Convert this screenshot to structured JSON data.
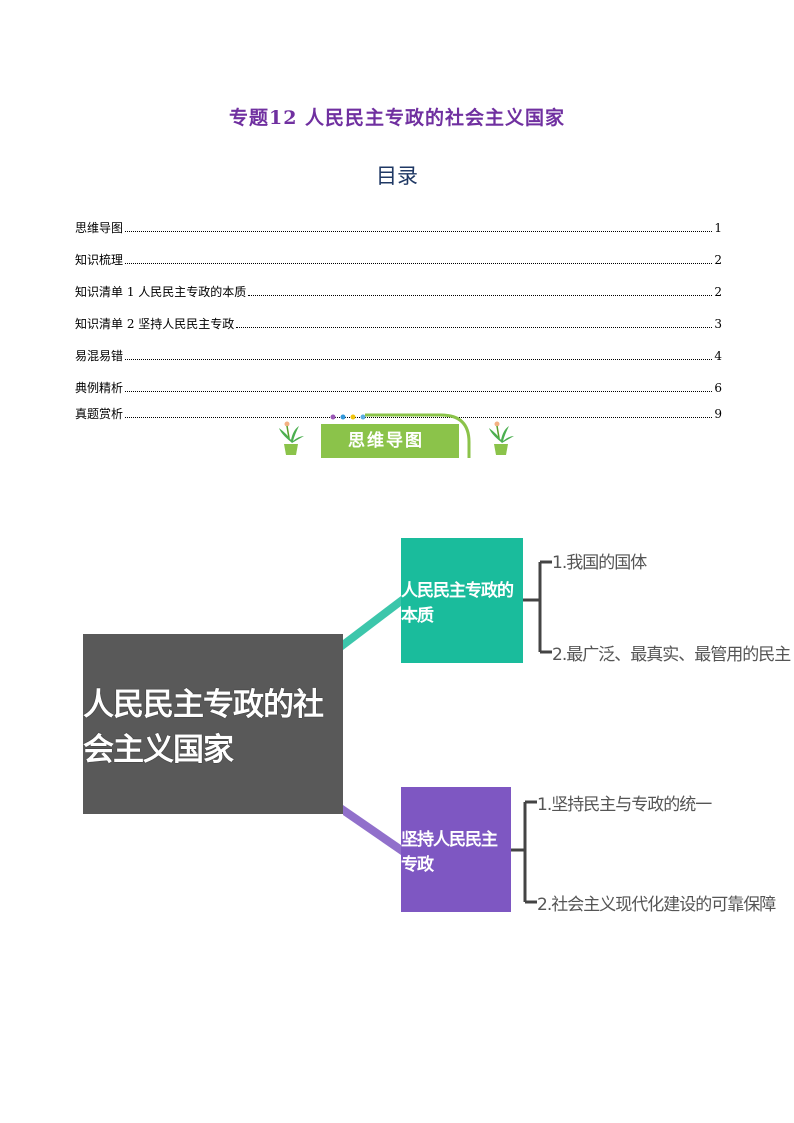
{
  "document": {
    "title": "专题12  人民民主专政的社会主义国家",
    "toc_heading": "目录"
  },
  "toc": [
    {
      "label": "思维导图",
      "page": "1"
    },
    {
      "label": "知识梳理",
      "page": "2"
    },
    {
      "label": "知识清单 1 人民民主专政的本质",
      "page": "2"
    },
    {
      "label": "知识清单 2 坚持人民民主专政",
      "page": "3"
    },
    {
      "label": "易混易错",
      "page": "4"
    },
    {
      "label": "典例精析",
      "page": "6"
    },
    {
      "label": "真题赏析",
      "page": "9"
    }
  ],
  "banner": {
    "label": "思维导图"
  },
  "mindmap": {
    "root": "人民民主专政的社会主义国家",
    "branches": [
      {
        "label": "人民民主专政的本质",
        "color": "#1abc9c",
        "leaves": [
          "1.我国的国体",
          "2.最广泛、最真实、最管用的民主"
        ]
      },
      {
        "label": "坚持人民民主专政",
        "color": "#7e57c2",
        "leaves": [
          "1.坚持民主与专政的统一",
          "2.社会主义现代化建设的可靠保障"
        ]
      }
    ]
  }
}
